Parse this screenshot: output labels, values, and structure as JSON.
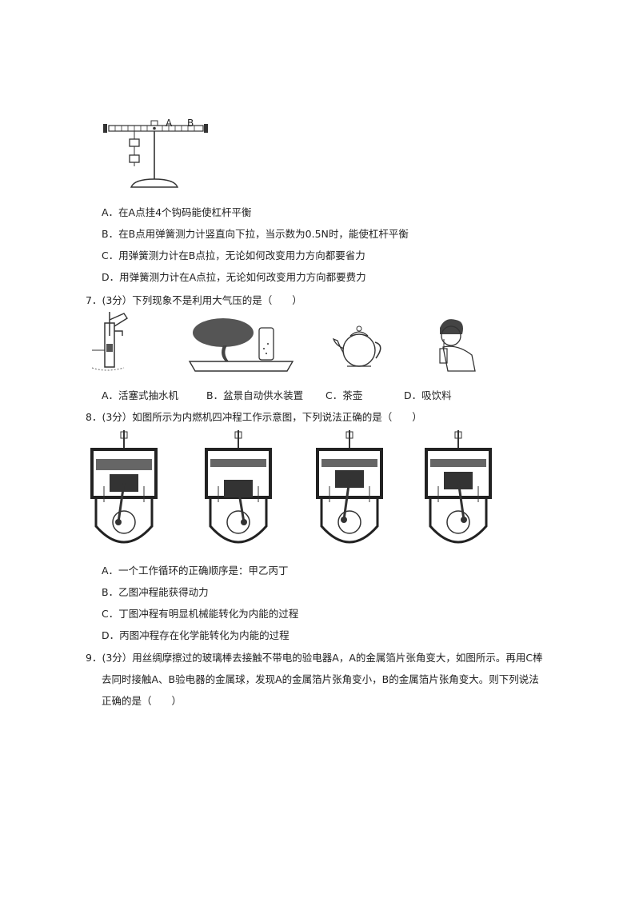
{
  "lever_figure": {
    "label_a": "A",
    "label_b": "B"
  },
  "q6_options": {
    "a": "A．在A点挂4个钩码能使杠杆平衡",
    "b": "B．在B点用弹簧测力计竖直向下拉，当示数为0.5N时，能使杠杆平衡",
    "c": "C．用弹簧测力计在B点拉，无论如何改变用力方向都要省力",
    "d": "D．用弹簧测力计在A点拉，无论如何改变用力方向都要费力"
  },
  "q7": {
    "stem": "7．(3分）下列现象不是利用大气压的是（　　）",
    "options": [
      "A．活塞式抽水机",
      "B．盆景自动供水装置",
      "C．茶壶",
      "D．吸饮料"
    ]
  },
  "q8": {
    "stem": "8．(3分）如图所示为内燃机四冲程工作示意图，下列说法正确的是（　　）",
    "options": {
      "a": "A．一个工作循环的正确顺序是：甲乙丙丁",
      "b": "B．乙图冲程能获得动力",
      "c": "C．丁图冲程有明显机械能转化为内能的过程",
      "d": "D．丙图冲程存在化学能转化为内能的过程"
    }
  },
  "q9": {
    "line1": "9．(3分）用丝绸摩擦过的玻璃棒去接触不带电的验电器A，A的金属箔片张角变大，如图所示。再用C棒",
    "line2": "去同时接触A、B验电器的金属球，发现A的金属箔片张角变小，B的金属箔片张角变大。则下列说法",
    "line3": "正确的是（　　）"
  }
}
